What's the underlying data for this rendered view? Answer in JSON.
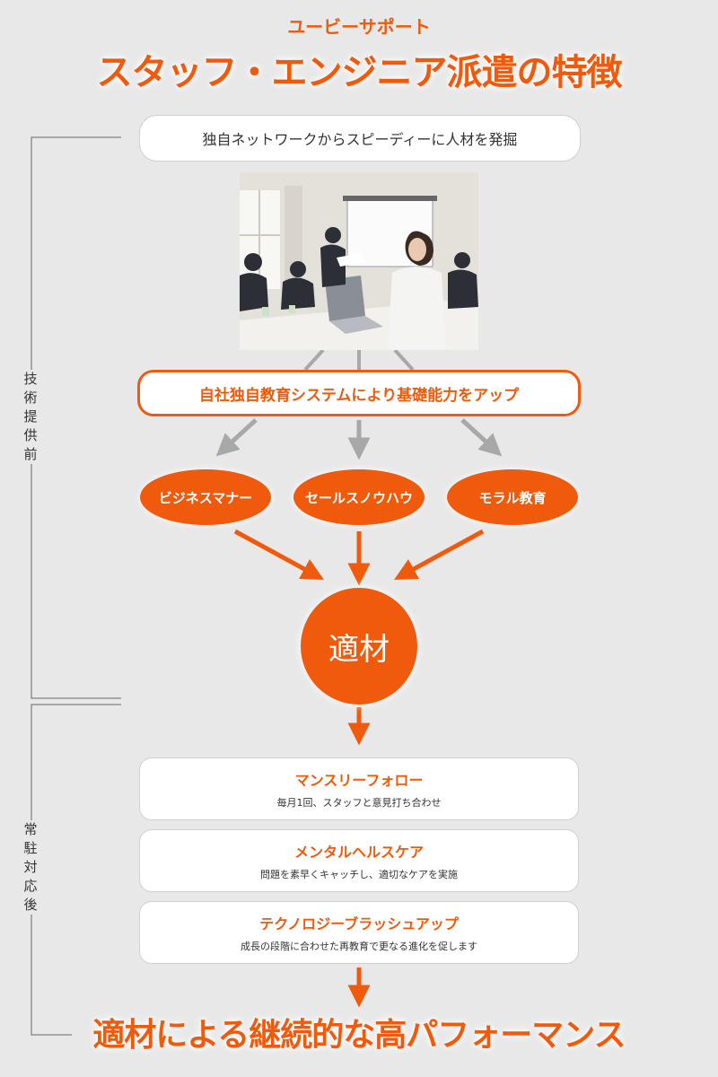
{
  "header": {
    "subtitle": "ユービーサポート",
    "title": "スタッフ・エンジニア派遣の特徴"
  },
  "top_step": "独自ネットワークからスピーディーに人材を発掘",
  "education": "自社独自教育システムにより基礎能力をアップ",
  "skills": [
    "ビジネスマナー",
    "セールスノウハウ",
    "モラル教育"
  ],
  "center": "適材",
  "support_cards": [
    {
      "title": "マンスリーフォロー",
      "desc": "毎月1回、スタッフと意見打ち合わせ"
    },
    {
      "title": "メンタルヘルスケア",
      "desc": "問題を素早くキャッチし、適切なケアを実施"
    },
    {
      "title": "テクノロジーブラッシュアップ",
      "desc": "成長の段階に合わせた再教育で更なる進化を促します"
    }
  ],
  "footer_title": "適材による継続的な高パフォーマンス",
  "side_labels": {
    "before": [
      "技",
      "術",
      "提",
      "供",
      "前"
    ],
    "after": [
      "常",
      "駐",
      "対",
      "応",
      "後"
    ]
  },
  "colors": {
    "accent": "#f05a0c",
    "gray_arrow": "#a8a8a8",
    "background": "#e8e8e8"
  }
}
